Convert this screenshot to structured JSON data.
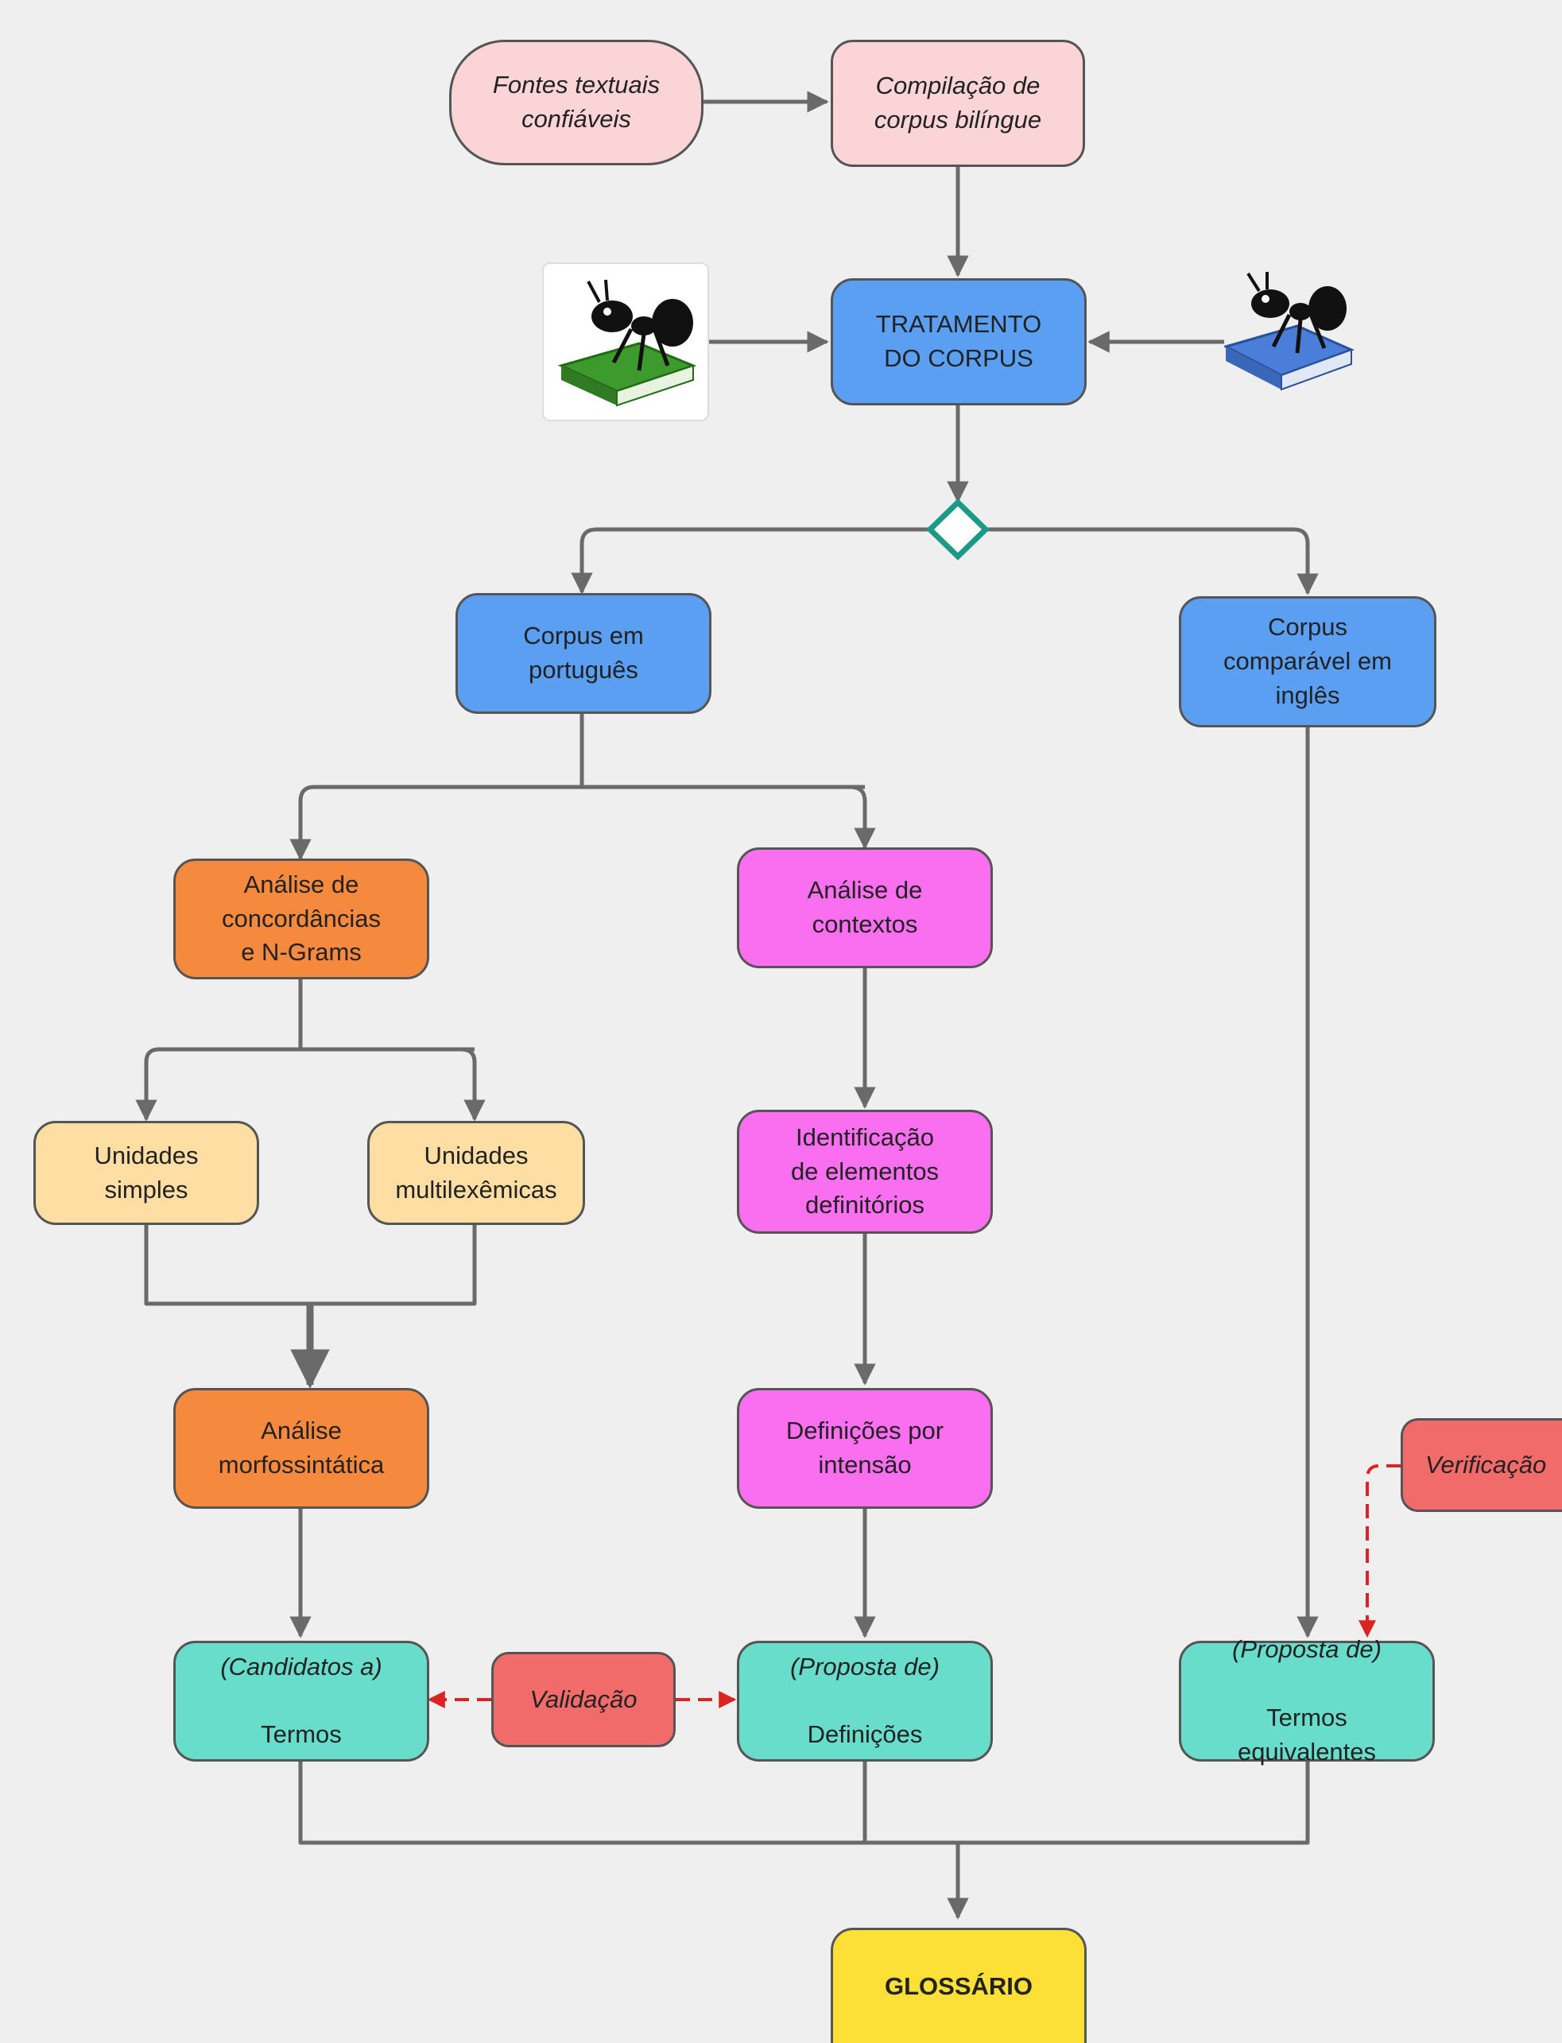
{
  "colors": {
    "background": "#efefef",
    "source": "#fad4d6",
    "processing": "#5b9ff2",
    "analysis_orange": "#f58a3e",
    "unit_yellow": "#ffdea4",
    "analysis_pink": "#fa6ef0",
    "output_teal": "#68ddcc",
    "check_red": "#f26b6b",
    "final_yellow": "#fde036",
    "decision_stroke": "#1a9a87",
    "arrow": "#6a6a6a",
    "dashed_arrow": "#dd2222"
  },
  "nodes": {
    "fontes": "Fontes textuais\nconfiáveis",
    "compilacao": "Compilação de\ncorpus bilíngue",
    "tratamento": "TRATAMENTO\nDO CORPUS",
    "corpus_pt": "Corpus em\nportuguês",
    "corpus_en": "Corpus\ncomparável em\ninglês",
    "concordancias": "Análise de\nconcordâncias\ne N-Grams",
    "contextos": "Análise de\ncontextos",
    "unidades_simples": "Unidades\nsimples",
    "unidades_multi": "Unidades\nmultilexêmicas",
    "identificacao": "Identificação\nde elementos\ndefinitórios",
    "morfossintatica": "Análise\nmorfossintática",
    "definicoes_intensao": "Definições por\nintensão",
    "verificacao": "Verificação",
    "termos_prefix": "(Candidatos a)",
    "termos": "Termos",
    "validacao": "Validação",
    "definicoes_prefix": "(Proposta de)",
    "definicoes": "Definições",
    "equivalentes_prefix": "(Proposta de)",
    "equivalentes": "Termos\nequivalentes",
    "glossario": "GLOSSÁRIO"
  },
  "icons": {
    "left_tool": "ant-on-green-book-icon",
    "right_tool": "ant-on-blue-book-icon"
  }
}
